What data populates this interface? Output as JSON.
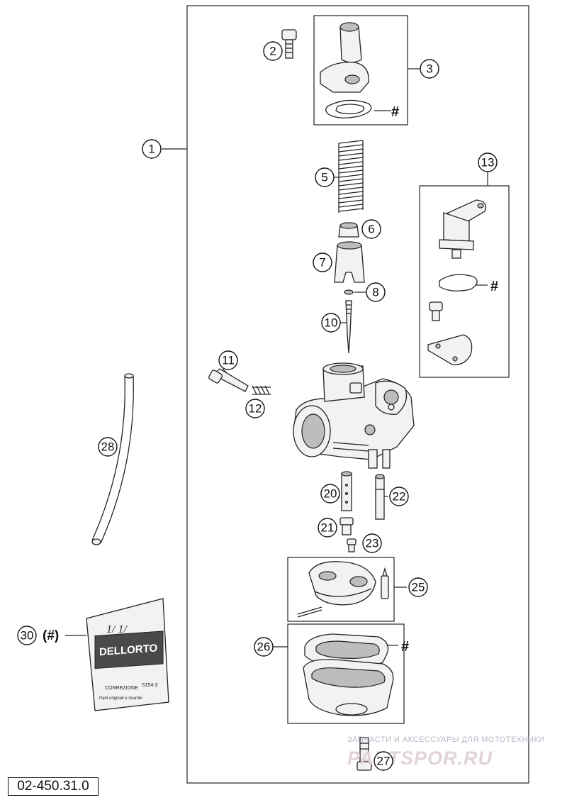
{
  "diagram_code": "02-450.31.0",
  "watermark": {
    "tagline": "ЗАПЧАСТИ И АКСЕССУАРЫ ДЛЯ МОТОТЕХНИКИ",
    "brand": "PARTSPOR.RU"
  },
  "callouts": {
    "c1": "1",
    "c2": "2",
    "c3": "3",
    "c5": "5",
    "c6": "6",
    "c7": "7",
    "c8": "8",
    "c10": "10",
    "c11": "11",
    "c12": "12",
    "c13": "13",
    "c20": "20",
    "c21": "21",
    "c22": "22",
    "c23": "23",
    "c25": "25",
    "c26": "26",
    "c27": "27",
    "c28": "28",
    "c30": "30"
  },
  "hash_marks": {
    "h3": "#",
    "h13": "#",
    "h26": "#"
  },
  "kit_suffix": "(#)",
  "packet": {
    "handwriting": "1/   1/",
    "brand": "DELLORTO",
    "label_line1": "CORREZIONE",
    "label_line2": "S154-3",
    "label_line3": "Parti originali e ricambi"
  }
}
